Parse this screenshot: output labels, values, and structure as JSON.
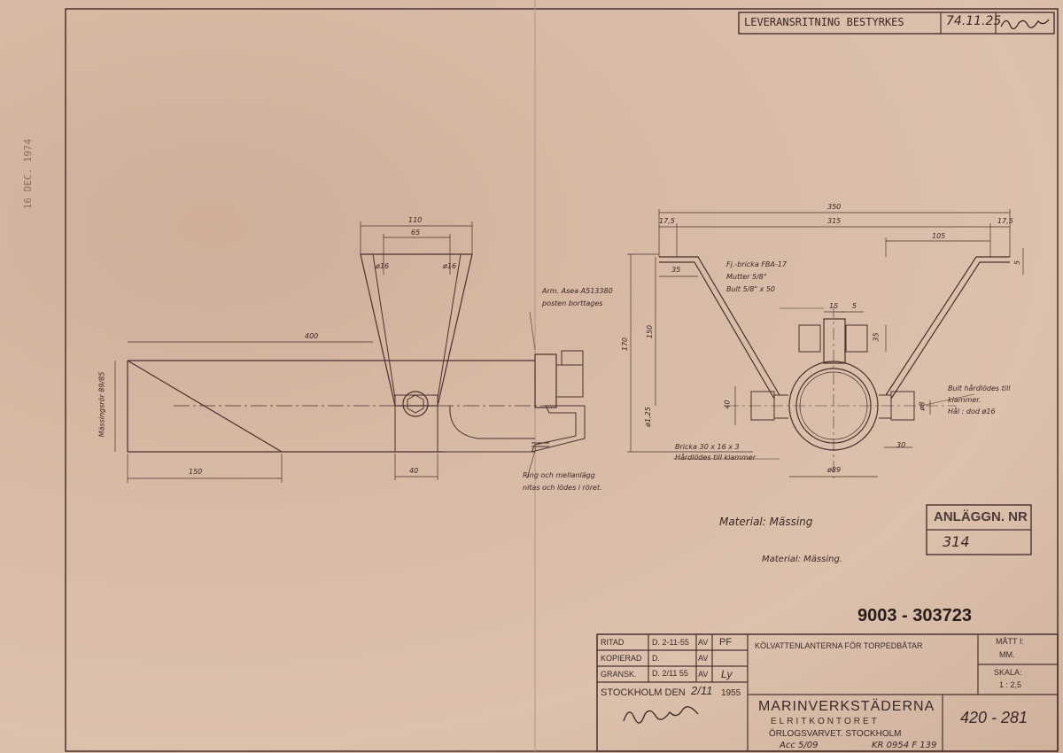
{
  "stamp_top": {
    "label": "LEVERANSRITNING BESTYRKES",
    "date": "74.11.25"
  },
  "date_stamp": "16 DEC. 1974",
  "dimensions": {
    "side_view": {
      "top_width": "110",
      "hole_spacing": "65",
      "hole_left": "ø16",
      "hole_right": "ø16",
      "length": "400",
      "bottom_left": "150",
      "clamp_width": "40",
      "tube_label": "Mässingsrör 89/85"
    },
    "end_view": {
      "overall": "350",
      "inner": "315",
      "left_edge": "17,5",
      "right_edge": "17,5",
      "right_offset": "105",
      "left_foot": "35",
      "height_total": "170",
      "height_upper": "150",
      "height_lower": "ø1,25",
      "clamp_center": "40",
      "bolt_gap": "15",
      "bolt_small": "5",
      "bolt_height": "35",
      "tube_dia": "ø89",
      "right_foot": "30",
      "foot_thick": "5",
      "right_hole": "ø8"
    }
  },
  "notes": {
    "remove_note_1": "Arm. Asea A513380",
    "remove_note_2": "posten borttages",
    "ring_note_1": "Ring och mellanlägg",
    "ring_note_2": "nitas och lödes i röret.",
    "washer_1": "Fj.-bricka FBA-17",
    "washer_2": "Mutter 5/8\"",
    "washer_3": "Bult 5/8\" x 50",
    "bolt_note_1": "Bult hårdlödes till",
    "bolt_note_2": "klammer.",
    "bolt_note_3": "Hål : dod ø16",
    "bricka_1": "Bricka 30 x 16 x 3",
    "bricka_2": "Hårdlödes till klammer",
    "material_1": "Material: Mässing",
    "material_2": "Material: Mässing."
  },
  "anlaggn": {
    "label": "ANLÄGGN. NR",
    "value": "314"
  },
  "drawing_number": "9003 - 303723",
  "title_block": {
    "ritad_label": "RITAD",
    "ritad_date": "D. 2-11-55",
    "ritad_av": "AV",
    "ritad_by": "PF",
    "kopierad_label": "KOPIERAD",
    "kopierad_date": "D.",
    "kopierad_av": "AV",
    "gransk_label": "GRANSK.",
    "gransk_date": "D. 2/11 55",
    "gransk_av": "AV",
    "gransk_by": "Ly",
    "place_label": "STOCKHOLM DEN",
    "place_date": "2/11",
    "place_year": "1955",
    "title": "KÖLVATTENLANTERNA FÖR TORPEDBÅTAR",
    "unit_label": "MÅTT I:",
    "unit_value": "MM.",
    "scale_label": "SKALA:",
    "scale_value": "1 : 2,5",
    "company": "MARINVERKSTÄDERNA",
    "dept": "ELRITKONTORET",
    "location": "ÖRLOGSVARVET. STOCKHOLM",
    "number": "420 - 281"
  },
  "bottom_notes": {
    "acc": "Acc 5/09",
    "kr": "KR 0954 F 139"
  }
}
